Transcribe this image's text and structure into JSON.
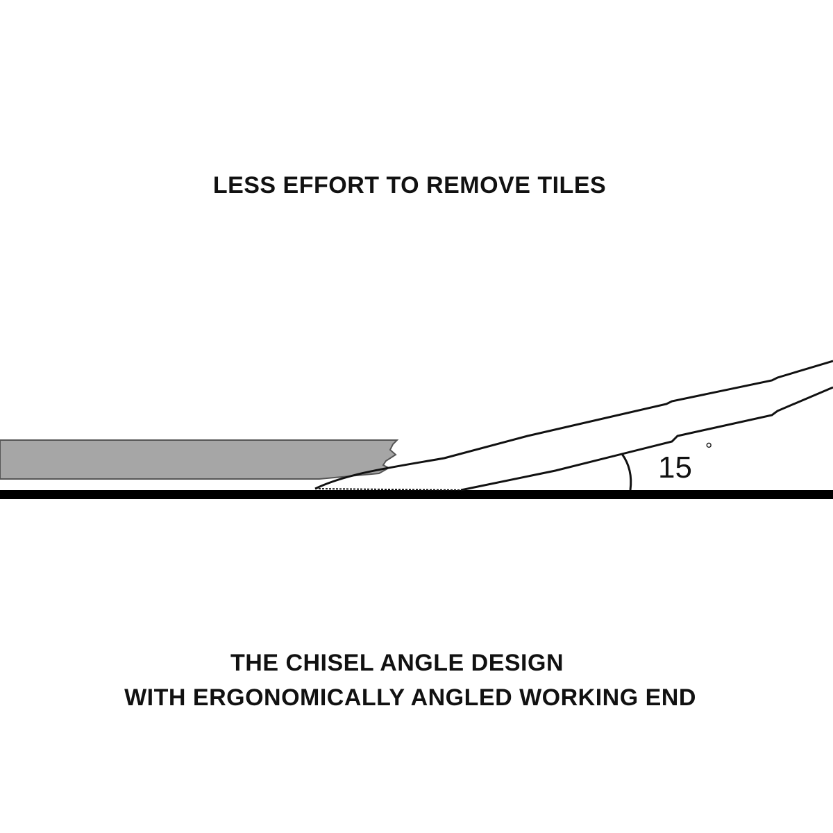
{
  "heading": "LESS EFFORT TO REMOVE TILES",
  "caption": {
    "line1": "THE CHISEL ANGLE DESIGN",
    "line2": "WITH ERGONOMICALLY ANGLED WORKING END"
  },
  "angle": {
    "value": "15",
    "unit": "°"
  },
  "colors": {
    "tile_fill": "#a6a6a6",
    "tile_edge": "#555555",
    "floor_line": "#000000",
    "chisel_outline": "#111111",
    "background": "#ffffff"
  }
}
